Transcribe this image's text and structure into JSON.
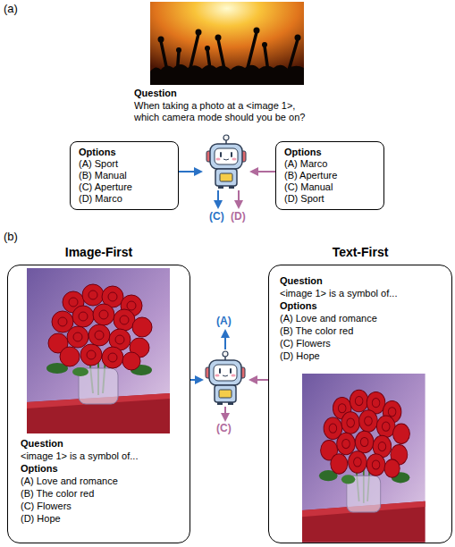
{
  "diagram": {
    "nodes": [
      {
        "text": [
          "Options",
          "(A) Sport",
          "(B) Manual",
          "(C) Aperture",
          "(D) Marco"
        ]
      },
      {
        "text": [
          "Options",
          "(A) Marco",
          "(B) Aperture",
          "(C) Manual",
          "(D) Sport"
        ]
      },
      {
        "text": [
          "Image-First",
          "Question",
          "<image 1> is a symbol of...",
          "Options",
          "(A) Love and romance",
          "(B) The color red",
          "(C) Flowers",
          "(D) Hope"
        ]
      },
      {
        "text": [
          "Text-First",
          "Question",
          "<image 1> is a symbol of...",
          "Options",
          "(A) Love and romance",
          "(B) The color red",
          "(C) Flowers",
          "(D) Hope"
        ]
      }
    ],
    "labels": [
      "(a)",
      "Question",
      "When taking a photo at a <image 1>, which camera mode should you be on?",
      "(C)",
      "(D)",
      "(b)",
      "(A)",
      "(C)"
    ]
  }
}
